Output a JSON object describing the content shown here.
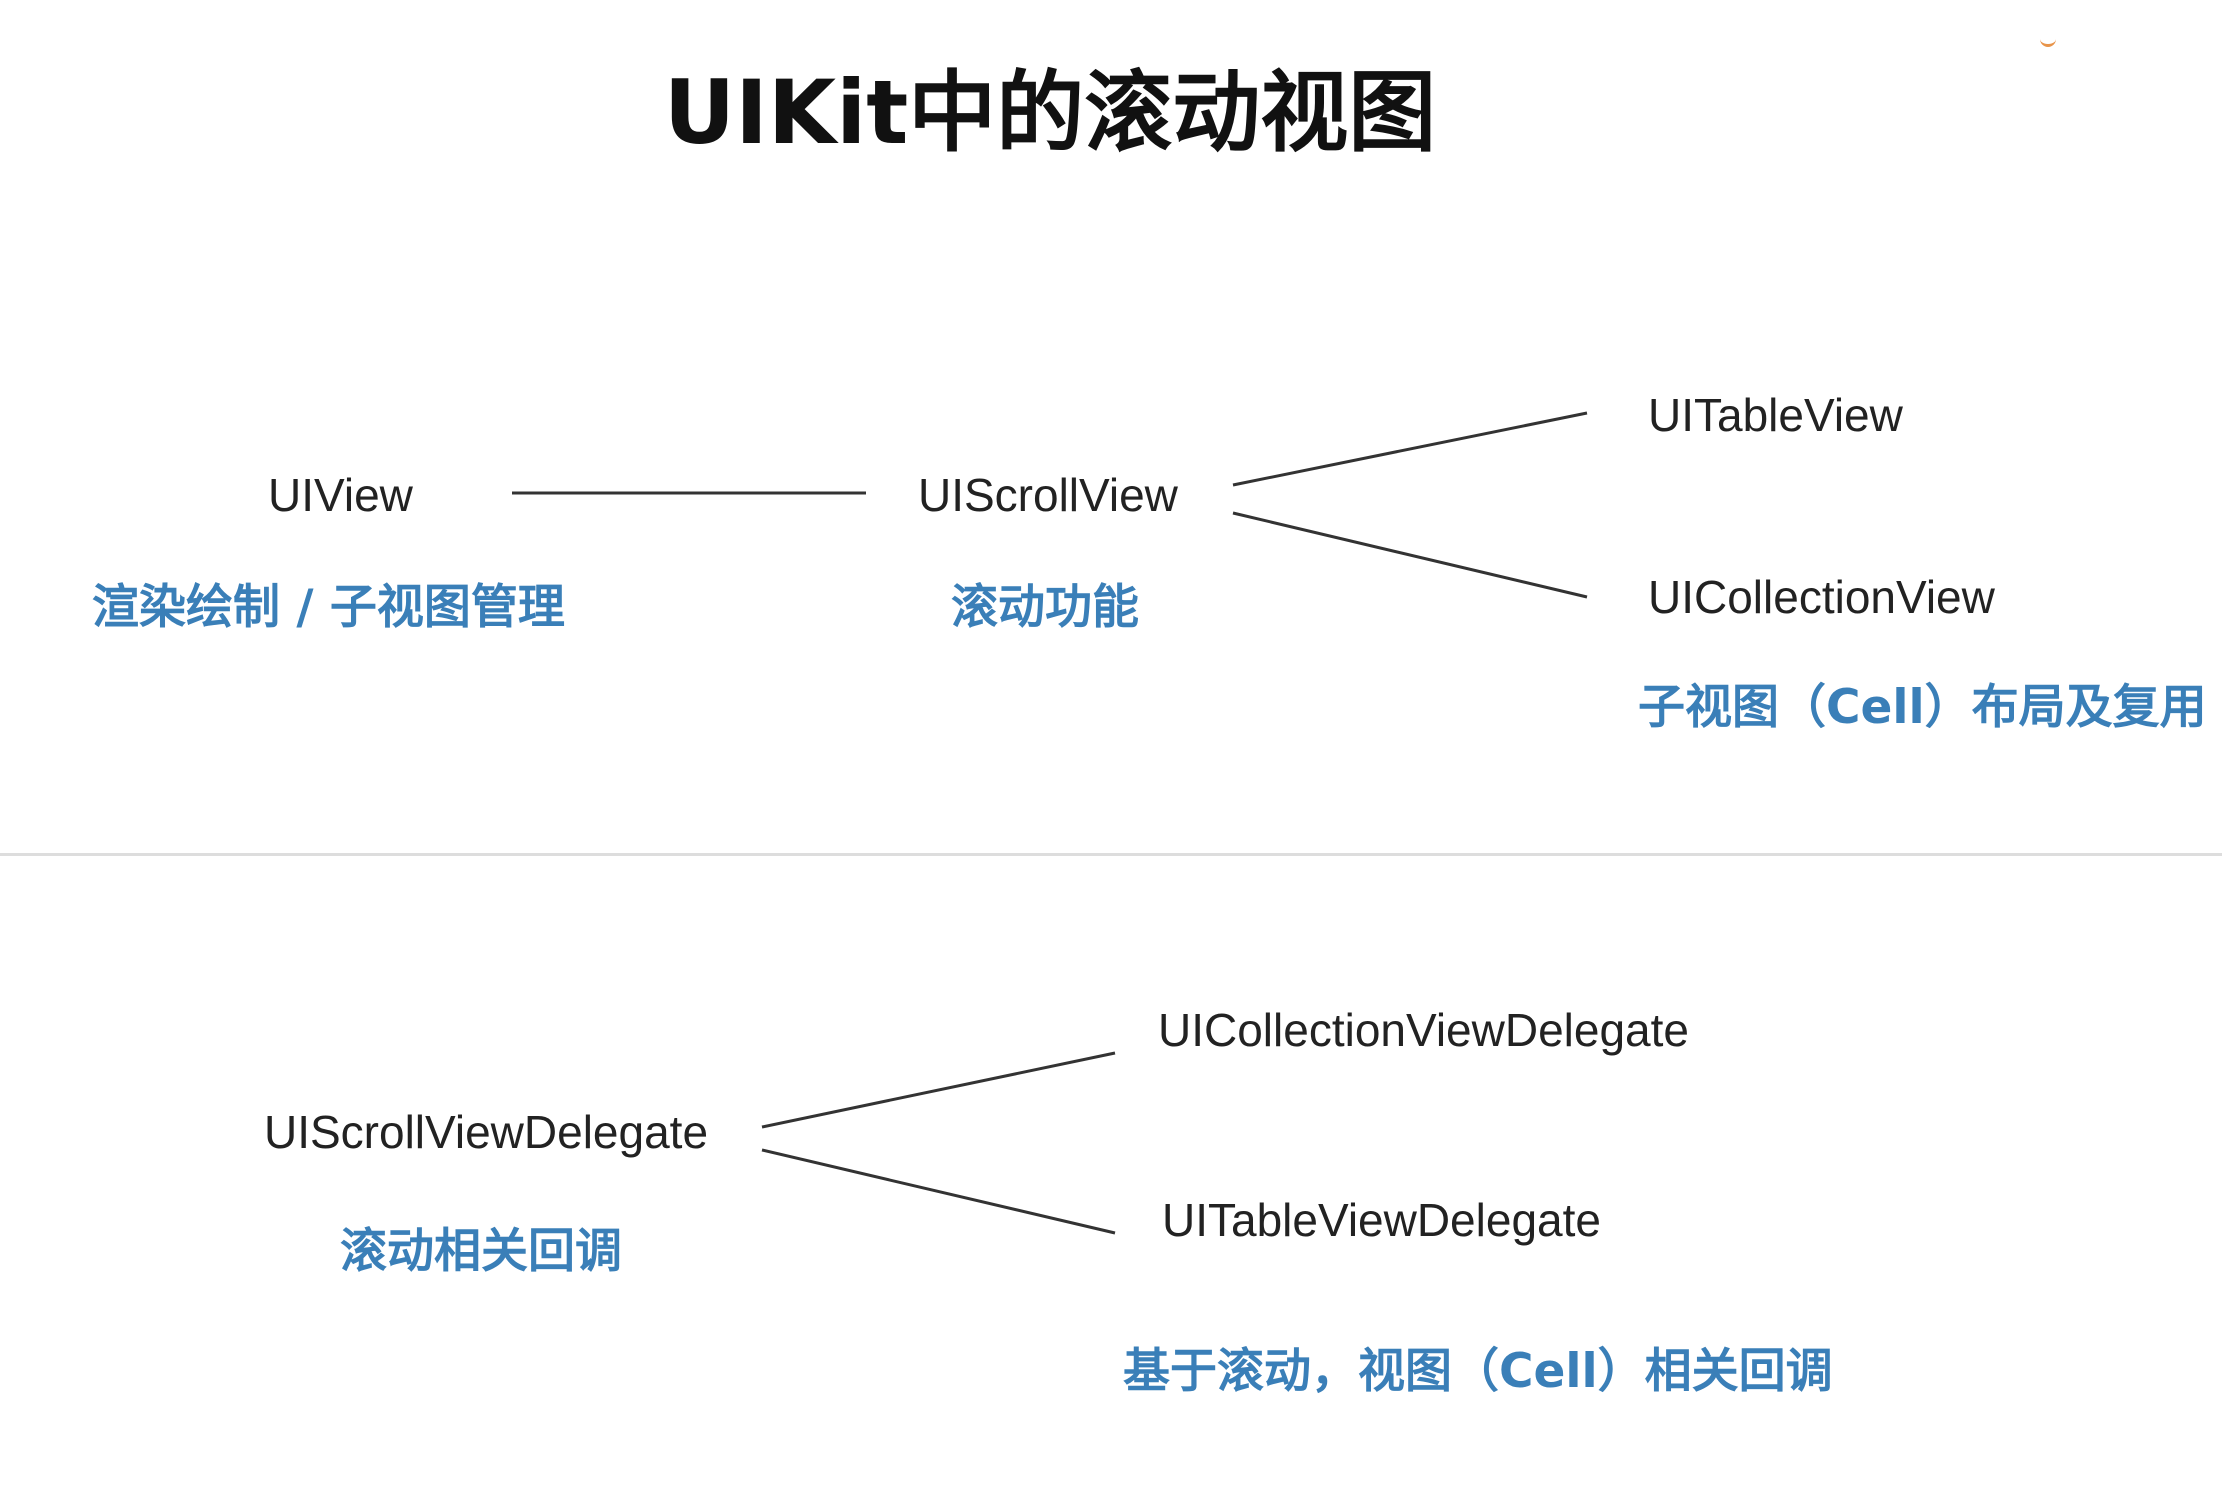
{
  "title": "UIKit中的滚动视图",
  "colors": {
    "accent": "#3a7fb8",
    "text": "#222222",
    "line": "#333333",
    "divider": "#dddddd"
  },
  "hierarchy": {
    "root": {
      "label": "UIView",
      "desc": "渲染绘制 /  子视图管理"
    },
    "scroll": {
      "label": "UIScrollView",
      "desc": "滚动功能"
    },
    "table": {
      "label": "UITableView"
    },
    "collection": {
      "label": "UICollectionView",
      "desc": "子视图（Cell）布局及复用"
    }
  },
  "delegates": {
    "scroll_delegate": {
      "label": "UIScrollViewDelegate",
      "desc": "滚动相关回调"
    },
    "collection_delegate": {
      "label": "UICollectionViewDelegate"
    },
    "table_delegate": {
      "label": "UITableViewDelegate"
    },
    "shared_desc": "基于滚动，视图（Cell）相关回调"
  }
}
